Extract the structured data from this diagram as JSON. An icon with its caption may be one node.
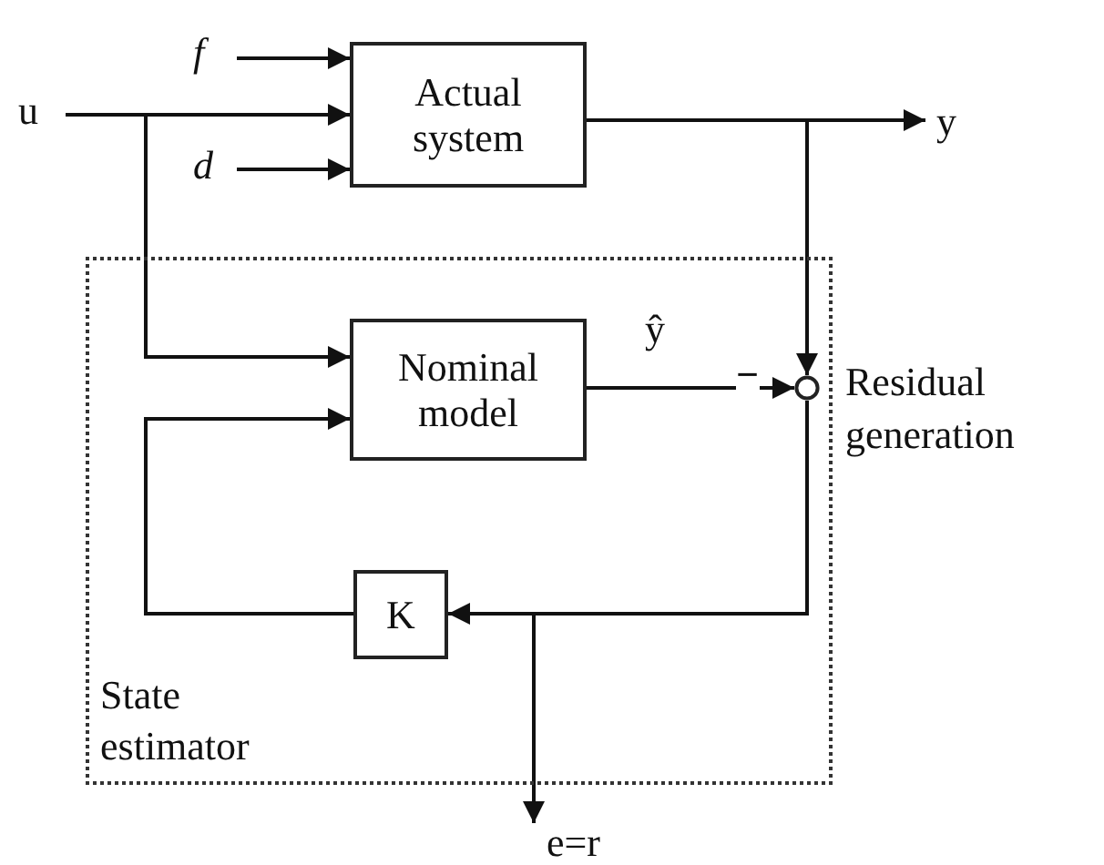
{
  "diagram": {
    "nodes": [
      {
        "text": [
          "State estimator"
        ]
      },
      {
        "text": [
          "Actual system"
        ]
      },
      {
        "text": [
          "Nominal model"
        ],
        "in": 0
      },
      {
        "text": [],
        "shape": "circle",
        "in": 0,
        "beside": [
          "Residual generation"
        ]
      },
      {
        "text": [
          "K"
        ],
        "in": 0
      },
      {
        "text": [
          "u"
        ]
      },
      {
        "text": [
          "f"
        ]
      },
      {
        "text": [
          "d"
        ]
      },
      {
        "text": [
          "y"
        ]
      },
      {
        "text": [
          "e=r"
        ]
      }
    ],
    "edges": [
      {
        "from": 6,
        "to": 1,
        "arrow": "to"
      },
      {
        "from": 5,
        "to": 1,
        "arrow": "to"
      },
      {
        "from": 7,
        "to": 1,
        "arrow": "to"
      },
      {
        "from": 1,
        "to": 8,
        "arrow": "to"
      },
      {
        "from": 1,
        "to": 3,
        "arrow": "to"
      },
      {
        "from": 5,
        "to": 2,
        "arrow": "to"
      },
      {
        "from": 2,
        "to": 3,
        "arrow": "to",
        "label": "ŷ"
      },
      {
        "from": 3,
        "to": 4,
        "arrow": "to"
      },
      {
        "from": 3,
        "to": 9,
        "arrow": "to"
      },
      {
        "from": 4,
        "to": 2,
        "arrow": "to"
      }
    ],
    "labels": [
      "−"
    ]
  }
}
